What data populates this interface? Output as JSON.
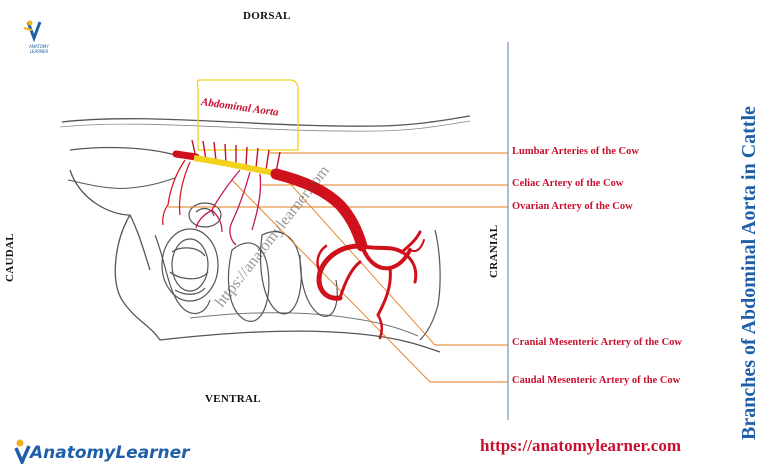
{
  "orientation": {
    "dorsal": "DORSAL",
    "ventral": "VENTRAL",
    "caudal": "CAUDAL",
    "cranial": "CRANIAL"
  },
  "aorta_label": "Abdominal Aorta",
  "callouts": [
    "Lumbar  Arteries of the Cow",
    "Celiac Artery of the Cow",
    "Ovarian Artery of the Cow",
    "Cranial  Mesenteric Artery of the Cow",
    "Caudal  Mesenteric Artery of the Cow"
  ],
  "title": "Branches of Abdominal Aorta in Cattle",
  "watermark": "https://anatomylearner.com",
  "website": "https://anatomylearner.com",
  "brand": "AnatomyLearner",
  "logo_small_text": "ANATOMY LEARNER",
  "colors": {
    "label_red": "#c8102e",
    "title_blue": "#1f5fa8",
    "artery_red": "#d0101a",
    "aorta_yellow": "#f2d21a",
    "leader_orange": "#e07b1a",
    "outline_gray": "#555555"
  }
}
